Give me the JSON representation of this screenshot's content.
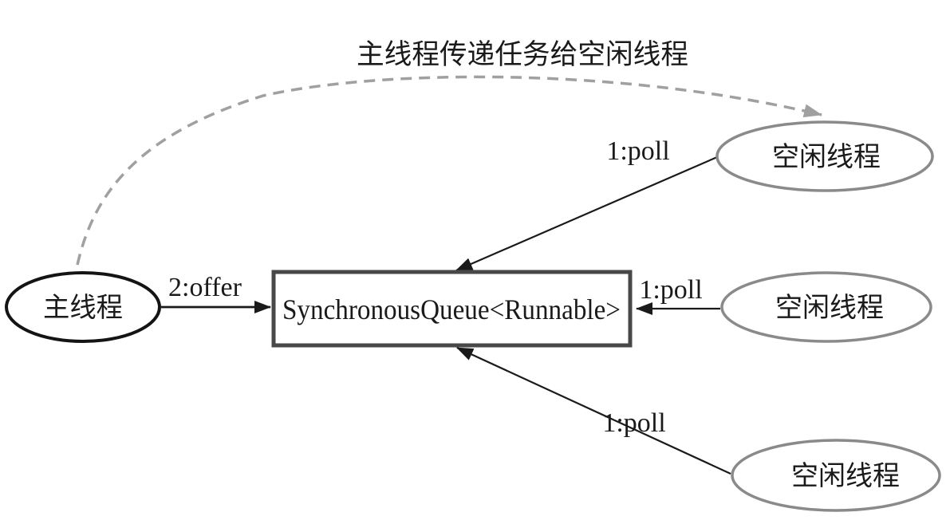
{
  "title": "主线程传递任务给空闲线程",
  "nodes": {
    "main_thread": {
      "label": "主线程"
    },
    "queue": {
      "label": "SynchronousQueue<Runnable>"
    },
    "idle_thread_top": {
      "label": "空闲线程"
    },
    "idle_thread_middle": {
      "label": "空闲线程"
    },
    "idle_thread_bottom": {
      "label": "空闲线程"
    }
  },
  "edges": {
    "offer": {
      "label": "2:offer"
    },
    "poll_top": {
      "label": "1:poll"
    },
    "poll_middle": {
      "label": "1:poll"
    },
    "poll_bottom": {
      "label": "1:poll"
    }
  },
  "colors": {
    "background": "#ffffff",
    "text": "#1a1a1a",
    "solid_edge": "#1a1a1a",
    "dashed_edge": "#a0a0a0",
    "main_ellipse_border": "#141414",
    "queue_border": "#484848",
    "idle_ellipse_border": "#8a8a8a",
    "node_fill": "#ffffff"
  }
}
